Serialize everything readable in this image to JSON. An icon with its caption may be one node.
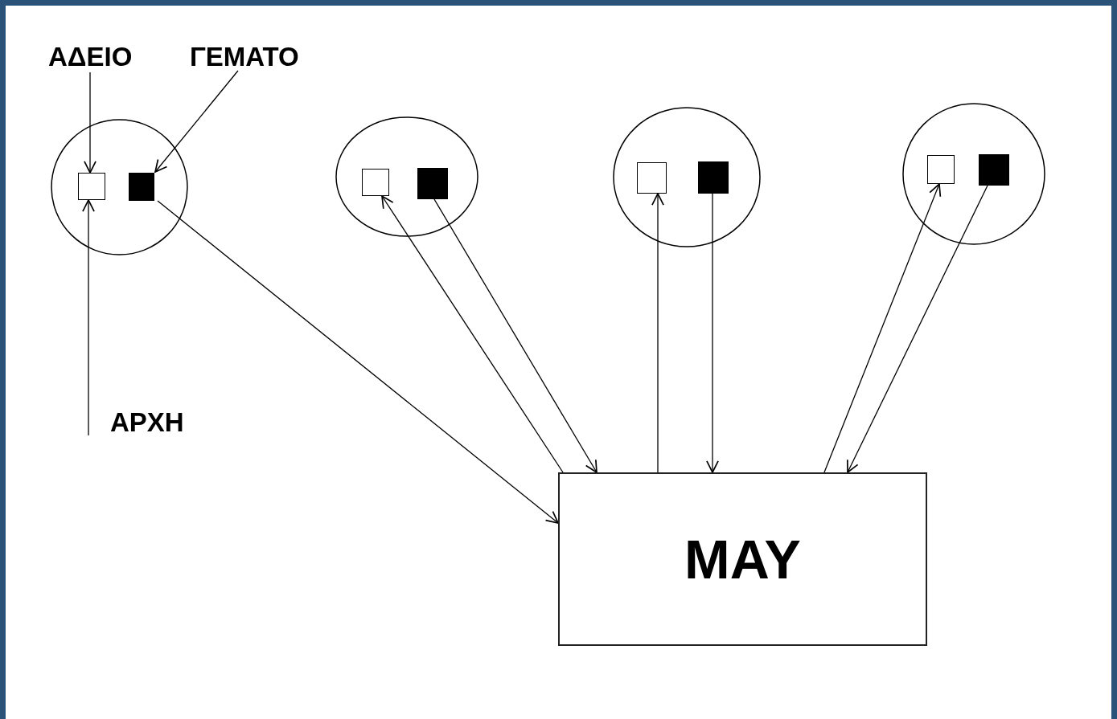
{
  "diagram": {
    "nodes": [
      {
        "text": [
          "ΑΔΕΙΟ"
        ]
      },
      {
        "text": [
          "ΓΕΜΑΤΟ"
        ]
      },
      {
        "text": [],
        "shape": "circle"
      },
      {
        "text": [],
        "shape": "box",
        "in": 2
      },
      {
        "text": [],
        "shape": "box",
        "in": 2
      },
      {
        "text": [],
        "shape": "circle"
      },
      {
        "text": [],
        "shape": "box",
        "in": 5
      },
      {
        "text": [],
        "shape": "box",
        "in": 5
      },
      {
        "text": [],
        "shape": "circle"
      },
      {
        "text": [],
        "shape": "box",
        "in": 8
      },
      {
        "text": [],
        "shape": "box",
        "in": 8
      },
      {
        "text": [],
        "shape": "circle"
      },
      {
        "text": [],
        "shape": "box",
        "in": 11
      },
      {
        "text": [],
        "shape": "box",
        "in": 11
      },
      {
        "text": [
          "ΑΡΧΗ"
        ]
      },
      {
        "text": [
          "ΜΑΥ"
        ]
      }
    ],
    "edges": [
      {
        "from": 0,
        "to": 3,
        "arrow": "to"
      },
      {
        "from": 1,
        "to": 4,
        "arrow": "to"
      },
      {
        "from": 14,
        "to": 3,
        "arrow": "to"
      },
      {
        "from": 4,
        "to": 15,
        "arrow": "to"
      },
      {
        "from": 15,
        "to": 6,
        "arrow": "to"
      },
      {
        "from": 7,
        "to": 15,
        "arrow": "to"
      },
      {
        "from": 15,
        "to": 9,
        "arrow": "to"
      },
      {
        "from": 10,
        "to": 15,
        "arrow": "to"
      },
      {
        "from": 15,
        "to": 12,
        "arrow": "to"
      },
      {
        "from": 13,
        "to": 15,
        "arrow": "to"
      }
    ]
  }
}
